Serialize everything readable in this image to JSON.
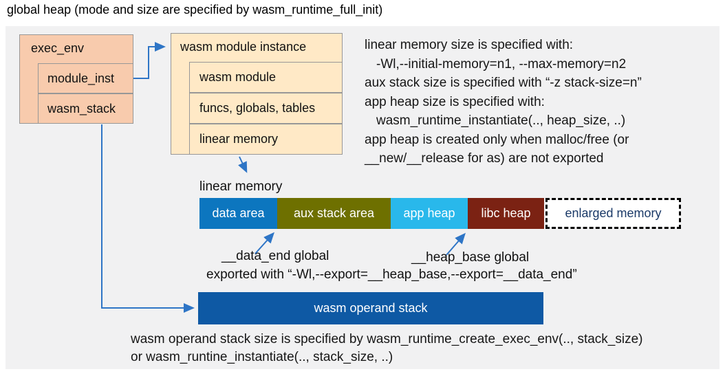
{
  "title": "global heap (mode and size are specified by wasm_runtime_full_init)",
  "exec_env": {
    "label": "exec_env",
    "children": [
      {
        "label": "module_inst"
      },
      {
        "label": "wasm_stack"
      }
    ]
  },
  "module_instance": {
    "label": "wasm module instance",
    "children": [
      {
        "label": "wasm module"
      },
      {
        "label": "funcs, globals, tables"
      },
      {
        "label": "linear memory"
      }
    ]
  },
  "notes_right": [
    "linear memory size is specified with:",
    "-Wl,--initial-memory=n1, --max-memory=n2",
    "aux stack size is specified with “-z stack-size=n”",
    "app heap size is specified with:",
    "wasm_runtime_instantiate(.., heap_size, ..)",
    "app heap is created only when malloc/free (or",
    "__new/__release for as) are not exported"
  ],
  "linear_memory": {
    "label": "linear memory",
    "segments": [
      {
        "label": "data area",
        "color": "#0c76bf",
        "text_color": "#ffffff"
      },
      {
        "label": "aux stack area",
        "color": "#6e7000",
        "text_color": "#ffffff"
      },
      {
        "label": "app heap",
        "color": "#29b8eb",
        "text_color": "#ffffff"
      },
      {
        "label": "libc heap",
        "color": "#7b2213",
        "text_color": "#ffffff"
      },
      {
        "label": "enlarged memory",
        "color": "#ffffff",
        "text_color": "#1b3a68",
        "border": "dashed"
      }
    ]
  },
  "annotations": {
    "data_end": "__data_end global",
    "heap_base": "__heap_base global",
    "exported": "exported with “-Wl,--export=__heap_base,--export=__data_end”"
  },
  "operand_stack": {
    "label": "wasm operand stack",
    "color": "#0e59a4"
  },
  "notes_bottom": [
    "wasm operand stack size is specified by wasm_runtime_create_exec_env(.., stack_size)",
    "or wasm_runtine_instantiate(.., stack_size, ..)"
  ],
  "colors": {
    "panel_background": "#f1f1f2",
    "struct_box_pink": "#f8cbad",
    "struct_box_cream": "#ffe9c6",
    "box_border_gray": "#979797",
    "arrow_blue": "#2e75c6"
  }
}
